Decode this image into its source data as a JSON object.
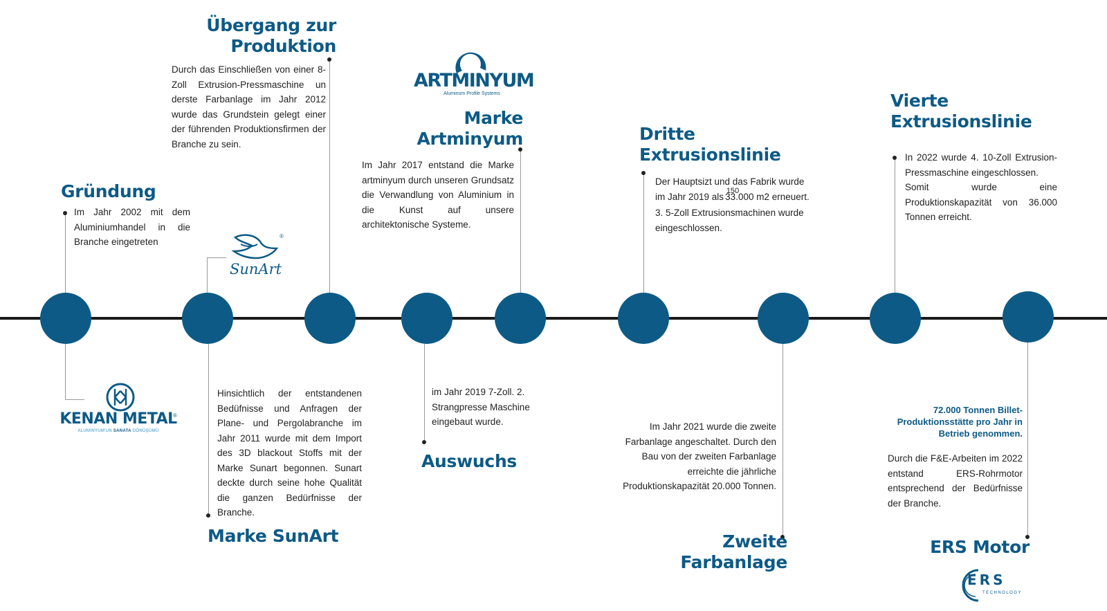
{
  "brand": {
    "primary": "#0d5a86",
    "axis": "#1a1a1a",
    "connector": "#999999"
  },
  "milestones": [
    {
      "title": "Gründung",
      "text": "Im Jahr 2002 mit dem Aluminiumhandel in die Branche eingetreten"
    },
    {
      "title": "Übergang zur Produktion",
      "text": "Durch das Einschließen von einer 8-Zoll Extrusion-Pressmaschine un derste Farbanlage im Jahr 2012 wurde das Grundstein gelegt einer der führenden Produktionsfirmen der Branche zu sein."
    },
    {
      "title": "Marke SunArt",
      "text": "Hinsichtlich der entstandenen Bedüfnisse und Anfragen der Plane- und Pergolabranche im Jahr 2011 wurde mit dem Import des 3D blackout Stoffs mit der Marke Sunart begonnen. Sunart deckte durch seine hohe Qualität die ganzen Bedürfnisse der Branche."
    },
    {
      "title": "Marke Artminyum",
      "text": "Im Jahr 2017 entstand die Marke artminyum durch unseren Grundsatz die Verwandlung von Aluminium in die Kunst auf unsere architektonische Systeme."
    },
    {
      "title": "Auswuchs",
      "text": "im Jahr 2019 7-Zoll. 2. Strangpresse Maschine eingebaut wurde."
    },
    {
      "title": "Dritte Extrusionslinie",
      "text_line1": "Der Hauptsizt und das Fabrik wurde",
      "text_line2_pre": "im Jahr 2019 als ",
      "text_line2_post": "33.000 m2 erneuert.",
      "text_line3": "3. 5-Zoll Extrusionsmachinen wurde eingeschlossen.",
      "sup": "150"
    },
    {
      "title": "Zweite Farbanlage",
      "text": "Im Jahr 2021 wurde die zweite Farbanlage angeschaltet. Durch den Bau von der zweiten Farbanlage erreichte die jährliche Produktionskapazität 20.000 Tonnen."
    },
    {
      "title": "Vierte Extrusionslinie",
      "text1": "In 2022 wurde 4. 10-Zoll Extrusion-Pressmaschine eingeschlossen.",
      "text2": "Somit wurde eine Produktionskapazität von 36.000 Tonnen erreicht."
    },
    {
      "title": "ERS Motor",
      "note": "72.000 Tonnen Billet-Produktionsstätte pro Jahr in Betrieb genommen.",
      "text": "Durch die F&E-Arbeiten im 2022 entstand ERS-Rohrmotor entsprechend der Bedürfnisse der Branche."
    }
  ],
  "logos": {
    "kenan": {
      "name": "KENAN METAL",
      "tagline_a": "ALUMINYUM'UN ",
      "tagline_b": "SANATA",
      "tagline_c": " DÖNÜŞÜMÜ",
      "reg": "®"
    },
    "sunart": {
      "name": "SunArt",
      "reg": "®"
    },
    "artminyum": {
      "name": "ARTMINYUM",
      "tagline": "Aluminum Profile Systems",
      "reg": "®"
    },
    "ers": {
      "name": "ERS",
      "tagline": "TECHNOLOGY"
    }
  }
}
